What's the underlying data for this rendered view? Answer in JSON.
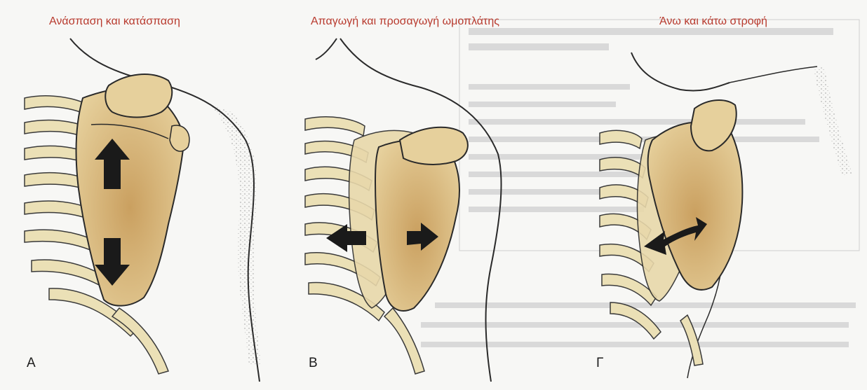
{
  "panels": [
    {
      "letter": "Α",
      "title": "Ανάσπαση και κατάσπαση"
    },
    {
      "letter": "Β",
      "title": "Απαγωγή και προσαγωγή ωμοπλάτης"
    },
    {
      "letter": "Γ",
      "title": "Άνω και κάτω στροφή"
    }
  ],
  "colors": {
    "title_text": "#b83a2e",
    "bone_fill": "#d6b36e",
    "bone_fill_light": "#e7d3a0",
    "rib_fill": "#ebe0b6",
    "outline": "#2a2a2a",
    "arrow": "#1a1a1a",
    "background": "#f7f7f5"
  }
}
